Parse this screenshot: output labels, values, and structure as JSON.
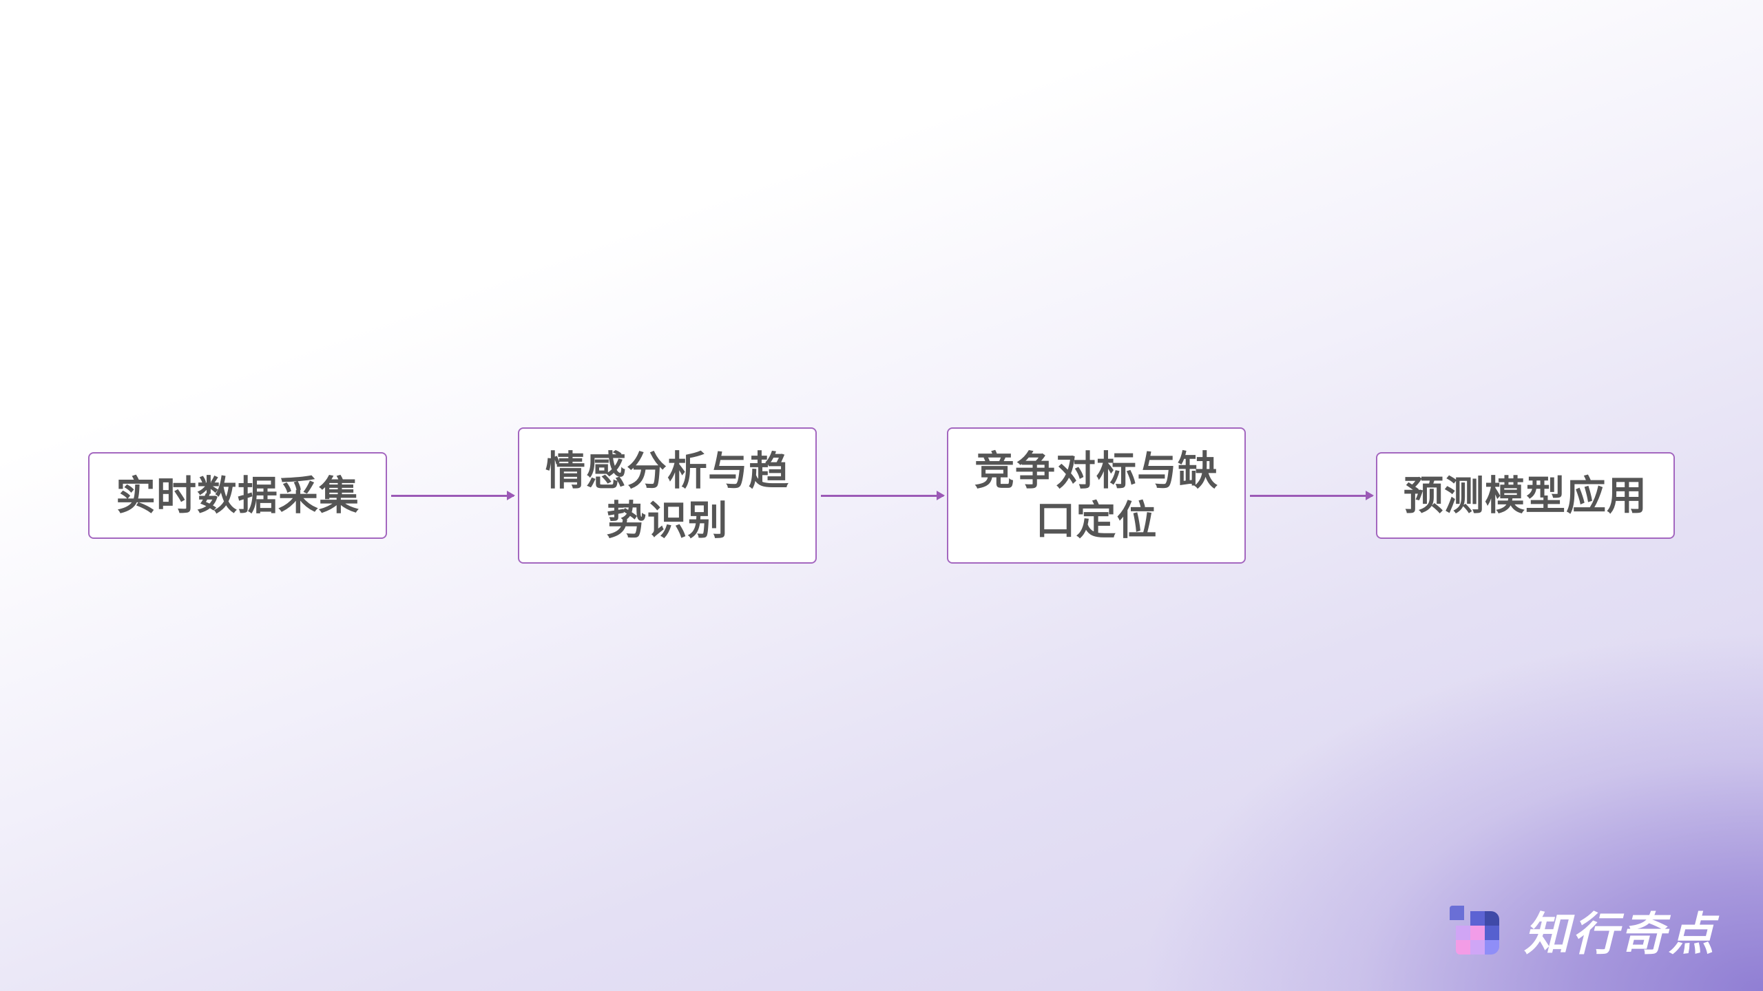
{
  "flow": {
    "steps": [
      {
        "label": "实时数据采集"
      },
      {
        "label": "情感分析与趋势识别",
        "line1": "情感分析与趋",
        "line2": "势识别"
      },
      {
        "label": "竞争对标与缺口定位",
        "line1": "竞争对标与缺",
        "line2": "口定位"
      },
      {
        "label": "预测模型应用"
      }
    ],
    "connector_color": "#9b59b6",
    "box_border_color": "#a366bf",
    "text_color": "#555555"
  },
  "brand": {
    "name": "知行奇点",
    "icon": "pixel-grid-logo-icon",
    "icon_colors": [
      "#6a6fd6",
      "#5c63d3",
      "#3f4aa8",
      "#d0a5f5",
      "#f29ce8",
      "#5660cf",
      "#f39ce6",
      "#cfa6f6",
      "#8f8ef7"
    ]
  }
}
